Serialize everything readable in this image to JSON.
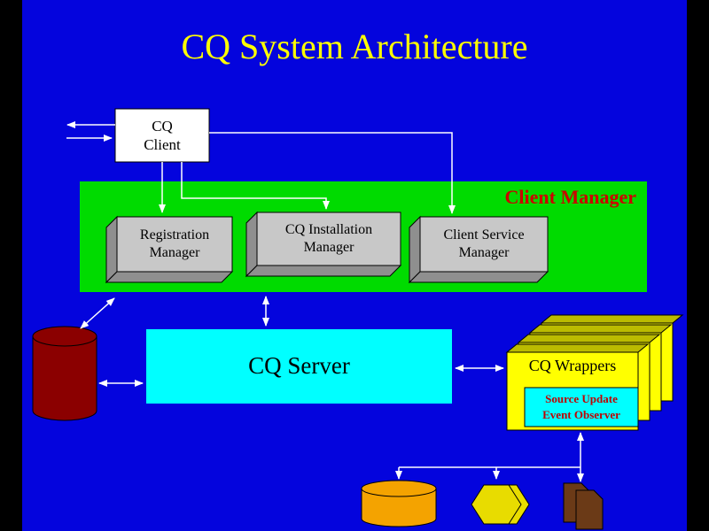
{
  "slide": {
    "title": "CQ System Architecture"
  },
  "client": {
    "line1": "CQ",
    "line2": "Client"
  },
  "client_manager": {
    "label": "Client Manager"
  },
  "managers": {
    "registration": {
      "line1": "Registration",
      "line2": "Manager"
    },
    "installation": {
      "line1": "CQ Installation",
      "line2": "Manager"
    },
    "service": {
      "line1": "Client Service",
      "line2": "Manager"
    }
  },
  "server": {
    "label": "CQ Server"
  },
  "wrappers": {
    "label": "CQ Wrappers"
  },
  "observer": {
    "line1": "Source Update",
    "line2": "Event Observer"
  },
  "colors": {
    "background_blue": "#0404DD",
    "side_bars": "#000000",
    "title_yellow": "#FFFF00",
    "client_manager_green": "#00DB00",
    "client_manager_text_red": "#CC0000",
    "manager_box_gray": "#C8C8C8",
    "manager_box_side_gray": "#8F8F8F",
    "server_cyan": "#00FFFF",
    "wrappers_yellow": "#FFFF00",
    "wrappers_top_olive": "#BBBB00",
    "observer_cyan": "#00FFFF",
    "observer_text_red": "#C00000",
    "database_maroon": "#8B0000",
    "source_cylinder_orange": "#F4A300",
    "source_hexagon_yellow": "#E8DC00",
    "source_files_brown": "#6B3A17",
    "arrow_white": "#FFFFFF"
  }
}
